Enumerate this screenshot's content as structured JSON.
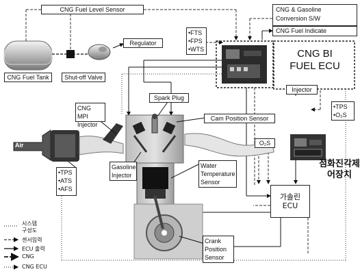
{
  "labels": {
    "cng_fuel_level_sensor": "CNG Fuel Level Sensor",
    "cng_gasoline_switch_1": "CNG & Gasoline",
    "cng_gasoline_switch_2": "Conversion S/W",
    "cng_fuel_indicate": "CNG Fuel Indicate",
    "cng_fuel_tank": "CNG Fuel Tank",
    "shutoff_valve": "Shut-off Valve",
    "regulator": "Regulator",
    "sensors_top": [
      "•FTS",
      "•FPS",
      "•WTS"
    ],
    "bi_fuel_ecu_1": "CNG  BI",
    "bi_fuel_ecu_2": "FUEL ECU",
    "injector": "Injector",
    "tps_o2s": [
      "•TPS",
      "•O₂S"
    ],
    "spark_plug": "Spark Plug",
    "cam_position_sensor": "Cam Position Sensor",
    "cng_mpi_injector_1": "CNG MPI",
    "cng_mpi_injector_2": "Injector",
    "air_intake": "Air",
    "o2s": "O₂S",
    "ignition_timing_1": "점화진각제",
    "ignition_timing_2": "어장치",
    "intake_sensors": [
      "•TPS",
      "•ATS",
      "•AFS"
    ],
    "gasoline_injector_1": "Gasoline",
    "gasoline_injector_2": "Injector",
    "water_temp_1": "Water",
    "water_temp_2": "Temperature",
    "water_temp_3": "Sensor",
    "gasoline_ecu_1": "가솔린",
    "gasoline_ecu_2": "ECU",
    "crank_position_1": "Crank",
    "crank_position_2": "Position",
    "crank_position_3": "Sensor"
  },
  "legend": [
    {
      "line": "dotted",
      "text1": "시스템",
      "text2": "구성도"
    },
    {
      "line": "dashed-arrow",
      "text1": "센서입력"
    },
    {
      "line": "solid-arrow",
      "text1": "ECU 출력"
    },
    {
      "line": "double-arrow",
      "text1": "CNG"
    },
    {
      "line": "dotted-arrow",
      "text1": "CNG ECU"
    }
  ]
}
